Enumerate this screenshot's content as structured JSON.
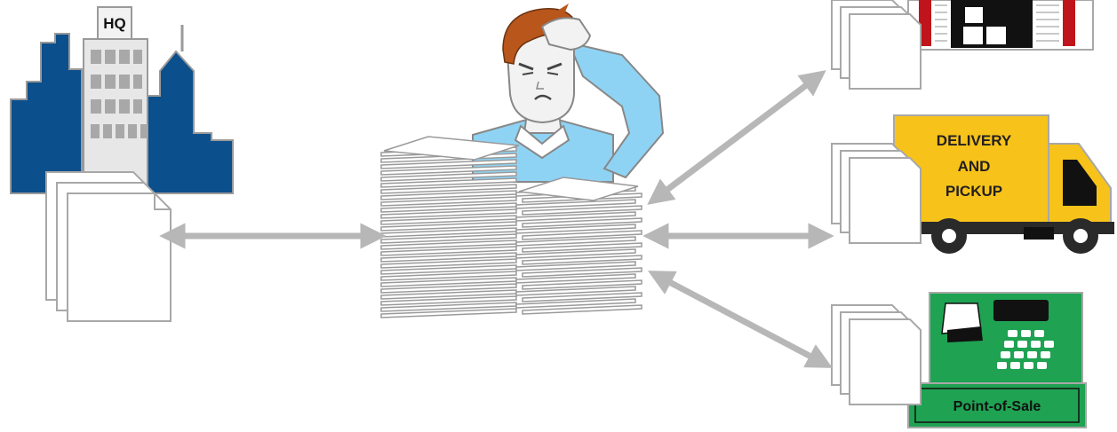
{
  "diagram": {
    "hq_label": "HQ",
    "truck_label_lines": [
      "DELIVERY",
      "AND",
      "PICKUP"
    ],
    "pos_label": "Point-of-Sale",
    "caption": "",
    "colors": {
      "building_blue": "#0b4f8c",
      "truck_yellow": "#f7c31a",
      "register_green": "#1fa252",
      "warehouse_red": "#c0141c",
      "shirt_blue": "#8fd3f4",
      "hair_brown": "#b8561c",
      "arrow_gray": "#b7b7b7",
      "accent_pink": "#e31c58"
    },
    "icons": [
      "hq-building-icon",
      "stressed-man-icon",
      "paper-stack-icon",
      "warehouse-icon",
      "delivery-truck-icon",
      "cash-register-icon",
      "document-stack-icon",
      "double-arrow-icon"
    ]
  }
}
